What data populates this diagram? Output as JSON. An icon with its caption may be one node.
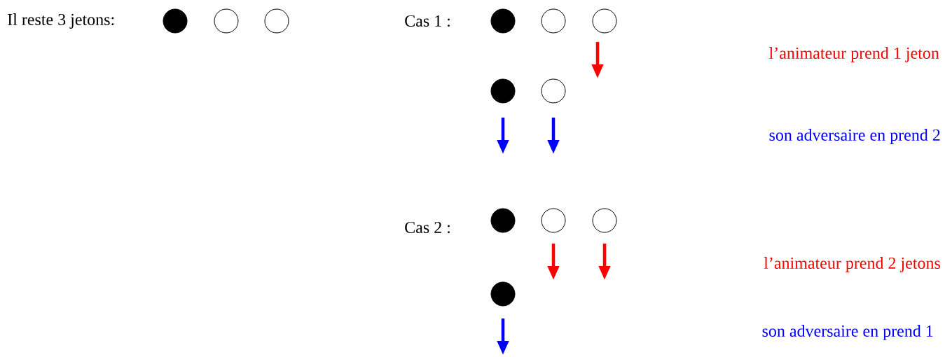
{
  "diagram": {
    "labels": [
      "Il reste 3 jetons:",
      "Cas 1 :",
      "l’animateur prend 1 jeton",
      "son adversaire en prend 2",
      "Cas 2 :",
      "l’animateur prend 2 jetons",
      "son adversaire en prend 1"
    ]
  }
}
